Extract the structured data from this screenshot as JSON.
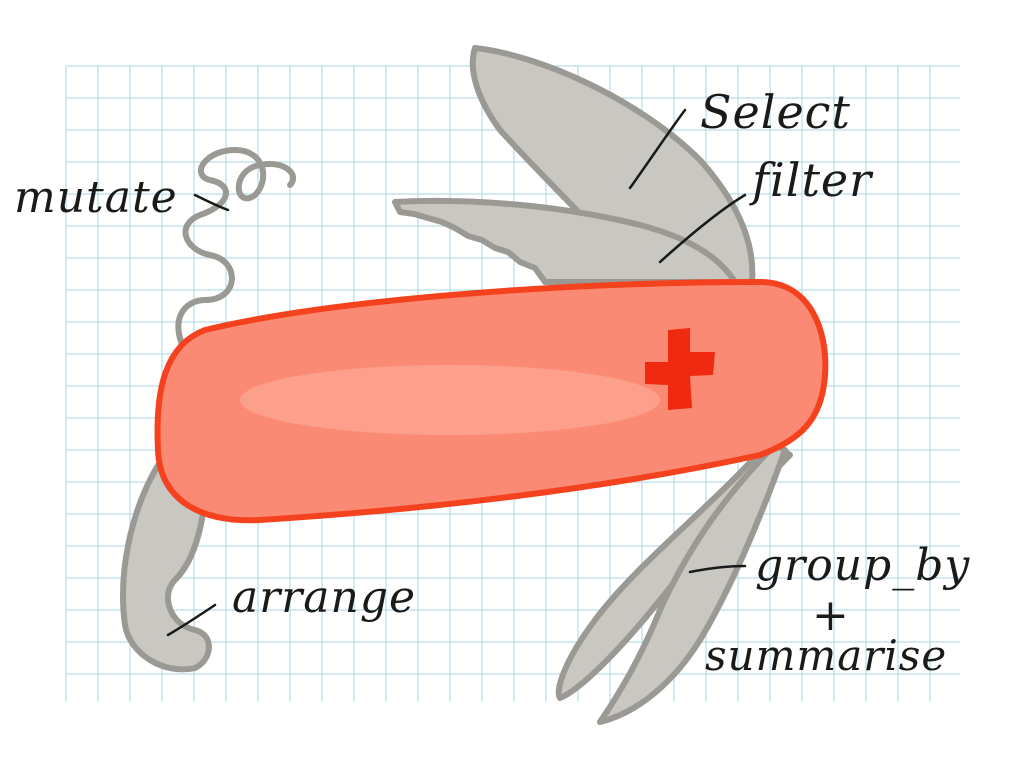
{
  "labels": {
    "select": "Select",
    "filter": "filter",
    "mutate": "mutate",
    "arrange": "arrange",
    "group_by": "group_by",
    "plus": "+",
    "summarise": "summarise"
  },
  "colors": {
    "grid_line": "#b9dde6",
    "body_fill": "#fb8a74",
    "body_stroke": "#f4421f",
    "cross": "#ef2a10",
    "tool_fill": "#c9c7c2",
    "tool_stroke": "#9b9993",
    "ink": "#1a1a1a"
  },
  "icons": {
    "swiss_cross": "cross-icon"
  }
}
